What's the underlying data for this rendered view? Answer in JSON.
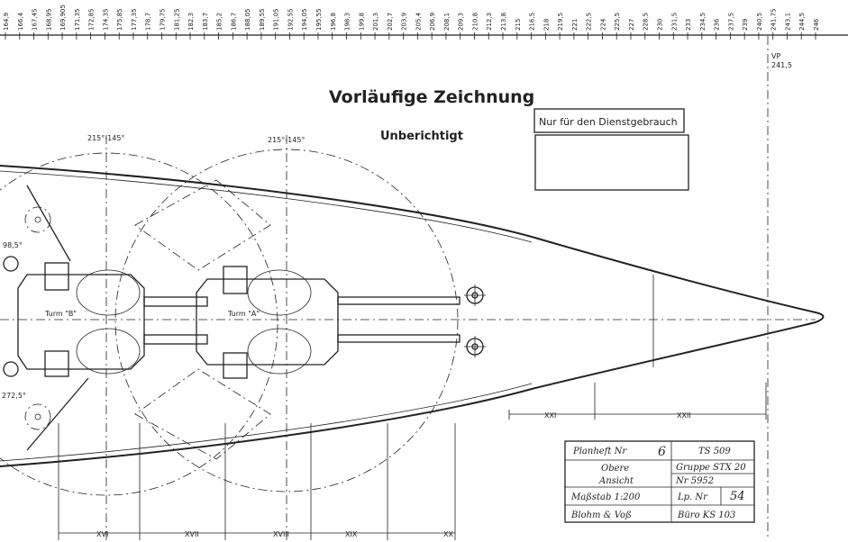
{
  "ruler": {
    "ticks": [
      "164,9",
      "166,4",
      "167,45",
      "168,95",
      "169,905",
      "171,35",
      "172,85",
      "174,35",
      "175,85",
      "177,35",
      "178,7",
      "179,75",
      "181,25",
      "182,3",
      "183,7",
      "185,2",
      "186,7",
      "188,05",
      "189,55",
      "191,05",
      "192,55",
      "194,05",
      "195,55",
      "196,8",
      "198,3",
      "199,8",
      "201,3",
      "202,7",
      "203,9",
      "205,4",
      "206,9",
      "208,1",
      "209,3",
      "210,8",
      "212,3",
      "213,8",
      "215",
      "216,5",
      "218",
      "219,5",
      "221",
      "222,5",
      "224",
      "225,5",
      "227",
      "228,5",
      "230",
      "231,5",
      "233",
      "234,5",
      "236",
      "237,5",
      "239",
      "240,5",
      "241,75",
      "243,1",
      "244,5",
      "246"
    ],
    "vp_label": "VP",
    "vp_value": "241,5"
  },
  "header": {
    "title": "Vorläufige Zeichnung",
    "subtitle": "Unberichtigt",
    "stamp": "Nur für den Dienstgebrauch"
  },
  "drawing": {
    "arc_label_1": "215°-145°",
    "arc_label_2": "215°-145°",
    "turret_b": "Turm \"B\"",
    "turret_a": "Turm \"A\"",
    "angle_top": "98,5°",
    "angle_bottom": "272,5°",
    "frames_lower": [
      "XVI",
      "XVII",
      "XVIII",
      "XIX",
      "XX"
    ],
    "frames_upper": [
      "XXI",
      "XXII"
    ]
  },
  "title_block": {
    "planheft_label": "Planheft Nr",
    "planheft_nr": "6",
    "ts": "TS 509",
    "obere": "Obere",
    "ansicht": "Ansicht",
    "gruppe": "Gruppe STX 20",
    "nr": "Nr 5952",
    "massstab": "Maßstab 1:200",
    "lp_label": "Lp. Nr",
    "lp_nr": "54",
    "firma": "Blohm & Voß",
    "buero": "Büro KS 103"
  }
}
